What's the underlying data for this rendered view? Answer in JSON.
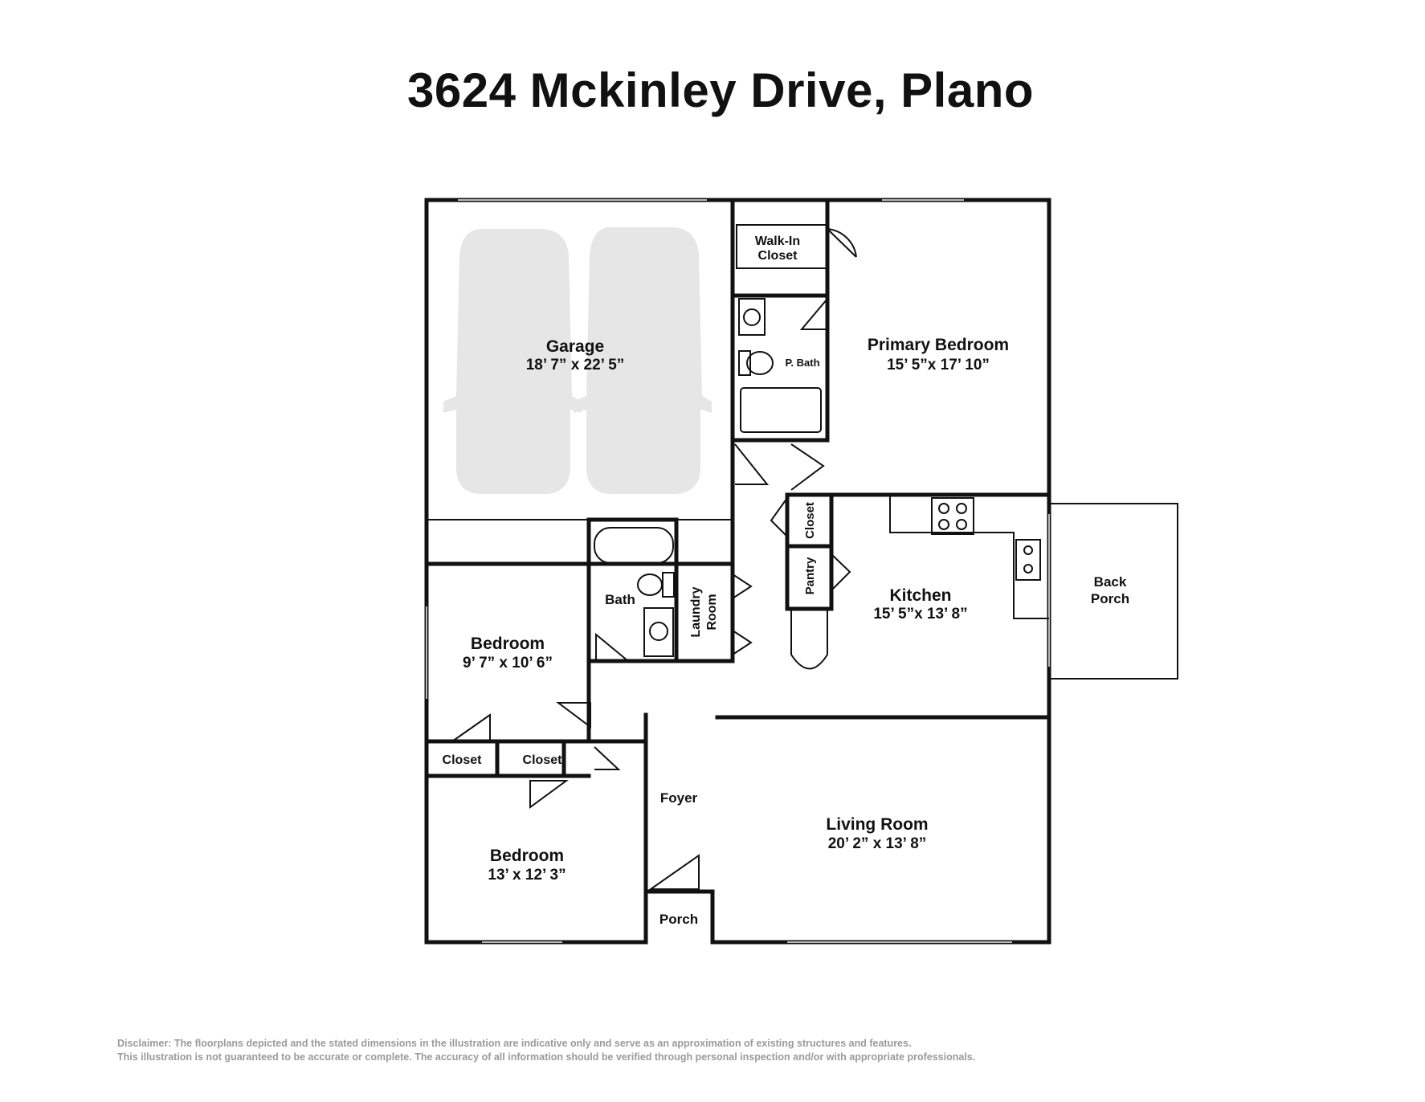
{
  "title": "3624 Mckinley Drive, Plano",
  "rooms": {
    "walk_in_closet": {
      "line1": "Walk-In",
      "line2": "Closet"
    },
    "garage": {
      "name": "Garage",
      "dims": "18’ 7” x 22’ 5”"
    },
    "primary_bedroom": {
      "name": "Primary Bedroom",
      "dims": "15’ 5”x 17’ 10”"
    },
    "p_bath": {
      "name": "P. Bath"
    },
    "closet_vertical": {
      "name": "Closet"
    },
    "pantry": {
      "name": "Pantry"
    },
    "kitchen": {
      "name": "Kitchen",
      "dims": "15’ 5”x 13’ 8”"
    },
    "back_porch": {
      "line1": "Back",
      "line2": "Porch"
    },
    "bath": {
      "name": "Bath"
    },
    "laundry_room": {
      "line1": "Laundry",
      "line2": "Room"
    },
    "bedroom_1": {
      "name": "Bedroom",
      "dims": "9’ 7” x 10’ 6”"
    },
    "closet_1": {
      "name": "Closet"
    },
    "closet_2": {
      "name": "Closet"
    },
    "foyer": {
      "name": "Foyer"
    },
    "living_room": {
      "name": "Living Room",
      "dims": "20’ 2” x 13’ 8”"
    },
    "bedroom_2": {
      "name": "Bedroom",
      "dims": "13’ x 12’ 3”"
    },
    "porch": {
      "name": "Porch"
    }
  },
  "disclaimer": {
    "line1": "Disclaimer: The floorplans depicted and the stated dimensions in the illustration are indicative only and serve as an approximation of existing structures and features.",
    "line2": "This illustration is not guaranteed to be accurate or complete. The accuracy of all information should be verified through personal inspection and/or with appropriate professionals."
  }
}
